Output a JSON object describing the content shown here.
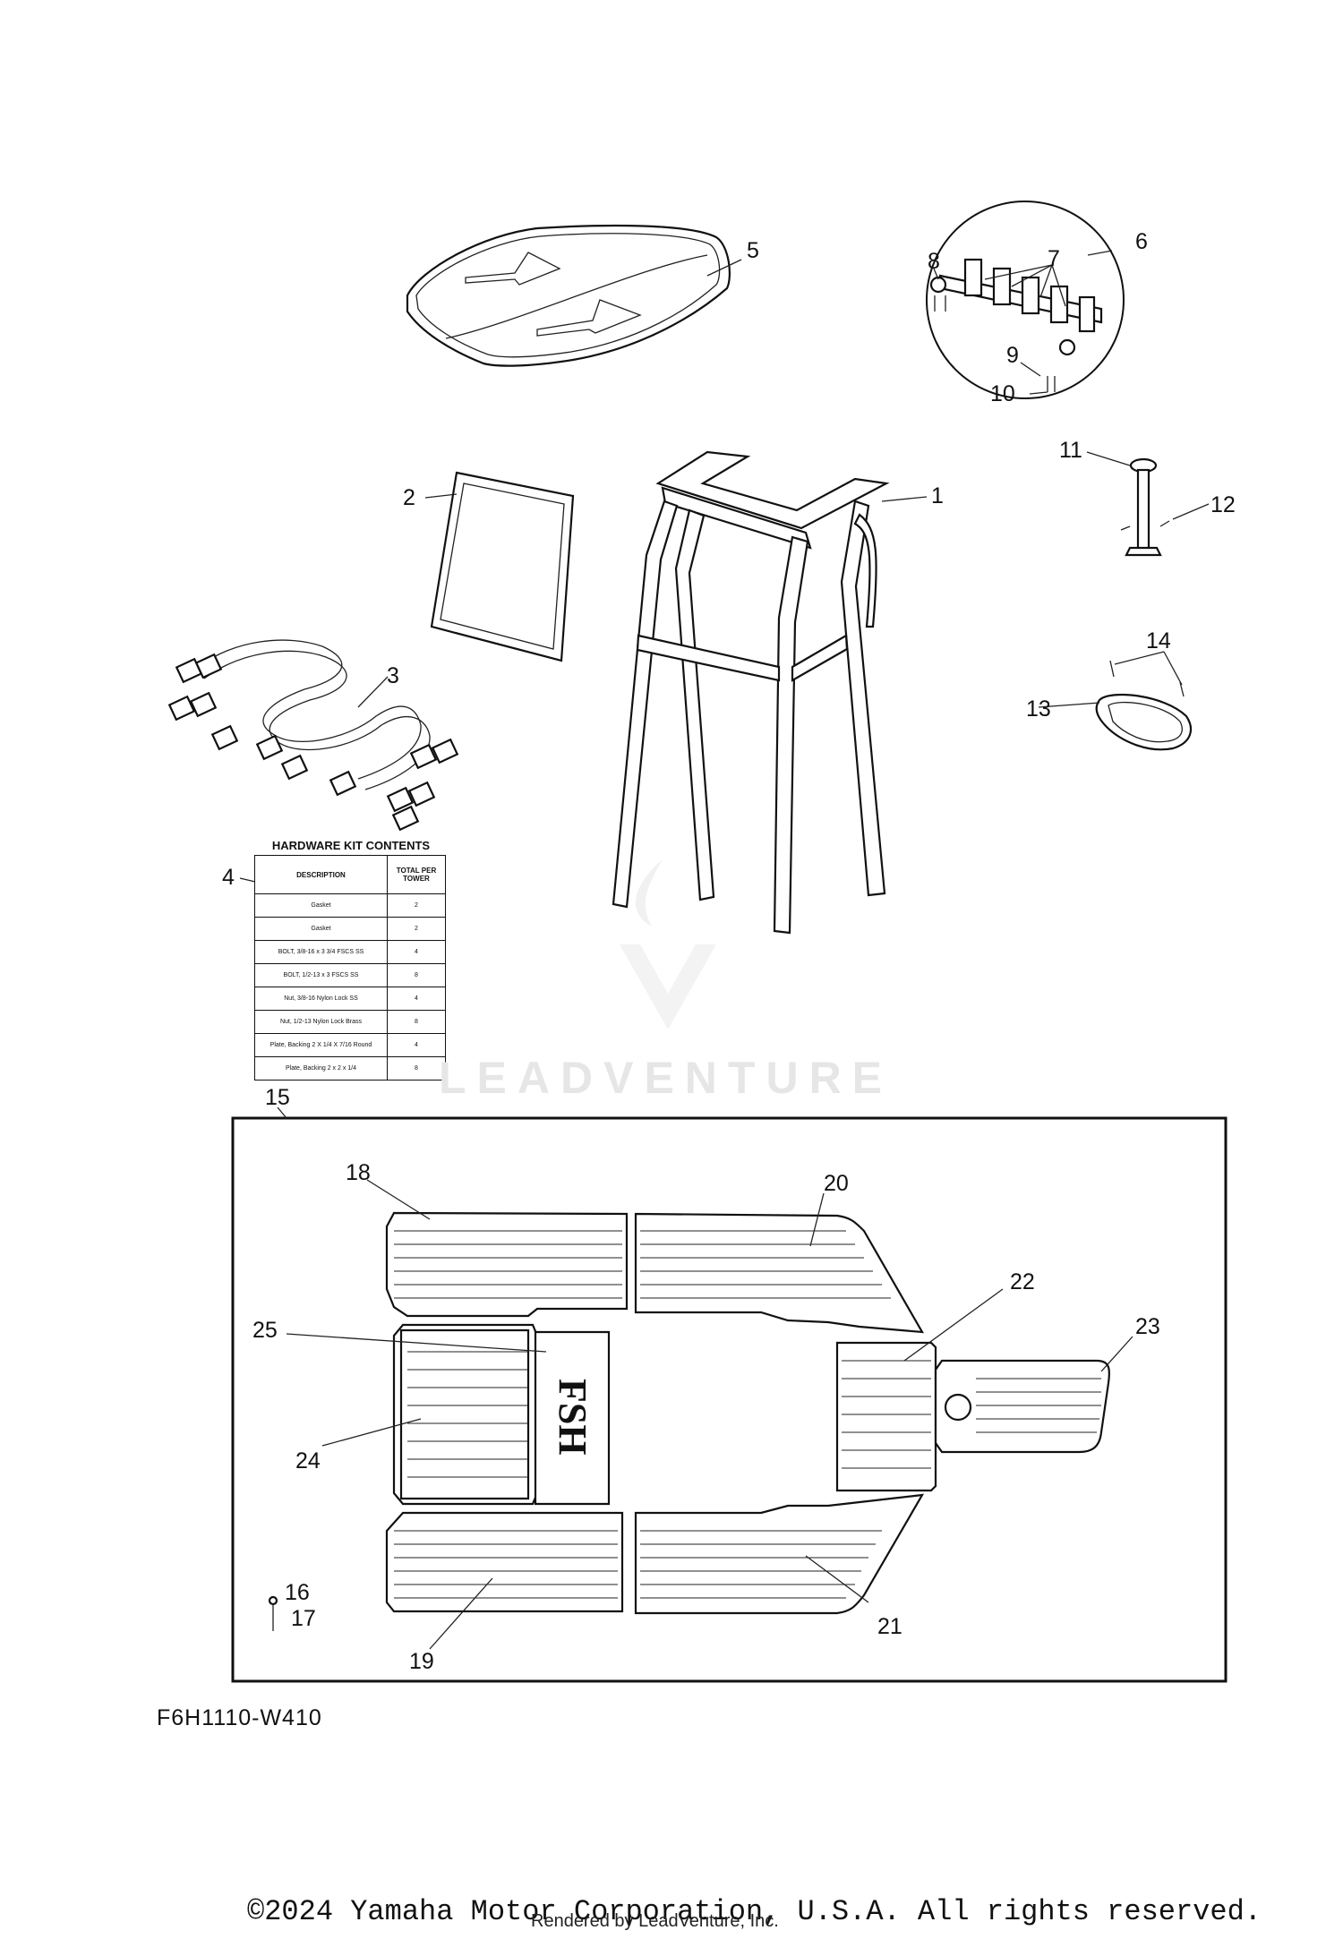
{
  "callouts": [
    "1",
    "2",
    "3",
    "4",
    "5",
    "6",
    "7",
    "8",
    "9",
    "10",
    "11",
    "12",
    "13",
    "14",
    "15",
    "16",
    "17",
    "18",
    "19",
    "20",
    "21",
    "22",
    "23",
    "24",
    "25"
  ],
  "hardware_kit": {
    "title": "HARDWARE KIT CONTENTS",
    "col_description": "DESCRIPTION",
    "col_total": "TOTAL PER TOWER",
    "rows": [
      {
        "description": "Gasket",
        "qty": "2"
      },
      {
        "description": "Gasket",
        "qty": "2"
      },
      {
        "description": "BOLT, 3/8-16 x 3 3/4 FSCS SS",
        "qty": "4"
      },
      {
        "description": "BOLT, 1/2-13 x 3 FSCS SS",
        "qty": "8"
      },
      {
        "description": "Nut, 3/8-16 Nylon Lock SS",
        "qty": "4"
      },
      {
        "description": "Nut, 1/2-13 Nylon Lock Brass",
        "qty": "8"
      },
      {
        "description": "Plate, Backing 2 X 1/4 X 7/16 Round",
        "qty": "4"
      },
      {
        "description": "Plate, Backing 2 x 2 x 1/4",
        "qty": "8"
      }
    ]
  },
  "mat_logo": "FSH",
  "diagram_code": "F6H1110-W410",
  "watermark": "LEADVENTURE",
  "footer": {
    "copyright": "©2024 Yamaha Motor Corporation, U.S.A. All rights reserved.",
    "rendered_by": "Rendered by LeadVenture, Inc."
  }
}
